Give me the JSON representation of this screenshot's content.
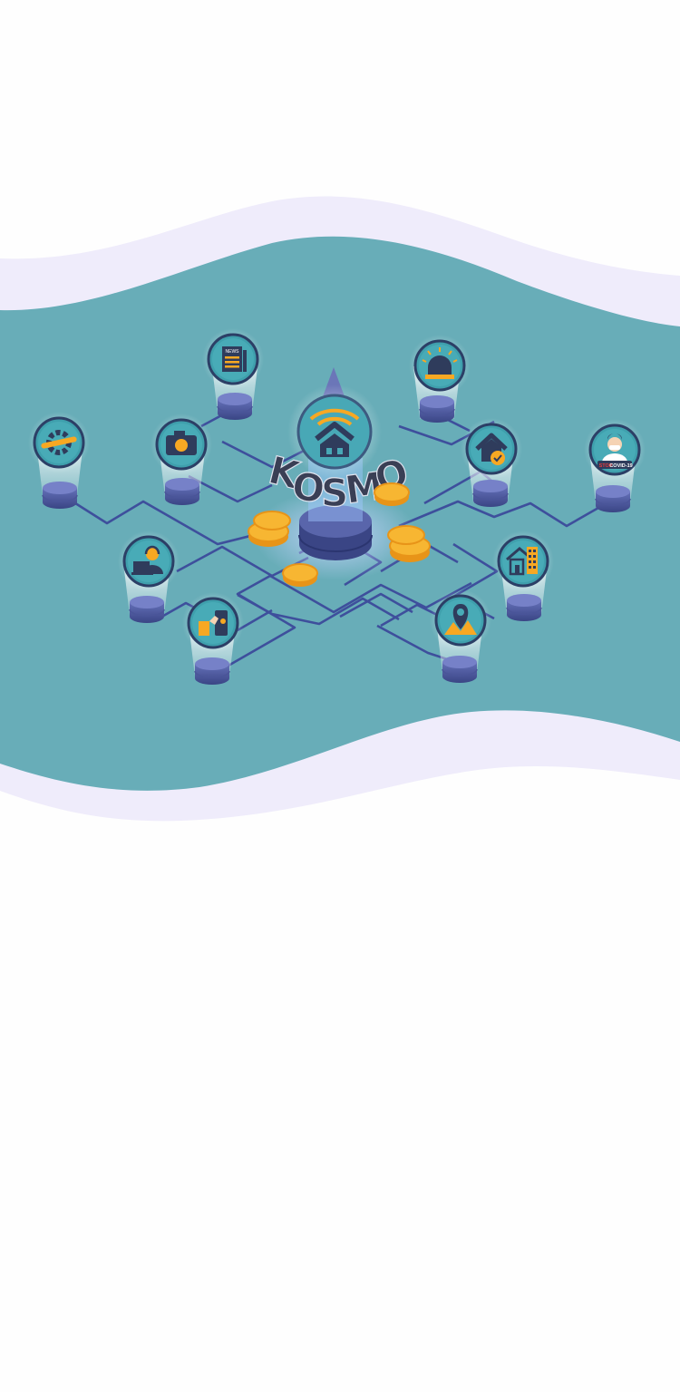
{
  "hero": {
    "brand_word": "KOSMO",
    "letters": [
      "K",
      "O",
      "S",
      "M",
      "O"
    ],
    "news_label": "NEWS",
    "covid_badge": {
      "stop": "STOP",
      "name": "COVID-19"
    }
  },
  "colors": {
    "page_background": "#fefefe",
    "wave_lavender": "#efecfb",
    "teal_band": "#68adb8",
    "circuit_line": "#3e4f9c",
    "icon_teal": "#3fa0ad",
    "icon_dark": "#2f3c5c",
    "accent_orange": "#f7a823",
    "coin_gold": "#f7b632"
  },
  "service_icons": [
    "settings-tools-icon",
    "news-icon",
    "camera-icon",
    "alarm-siren-icon",
    "home-check-icon",
    "stop-covid-icon",
    "customer-support-icon",
    "smart-building-icon",
    "mobile-payment-icon",
    "location-map-icon",
    "smart-home-wifi-icon",
    "gold-coins-icon"
  ]
}
